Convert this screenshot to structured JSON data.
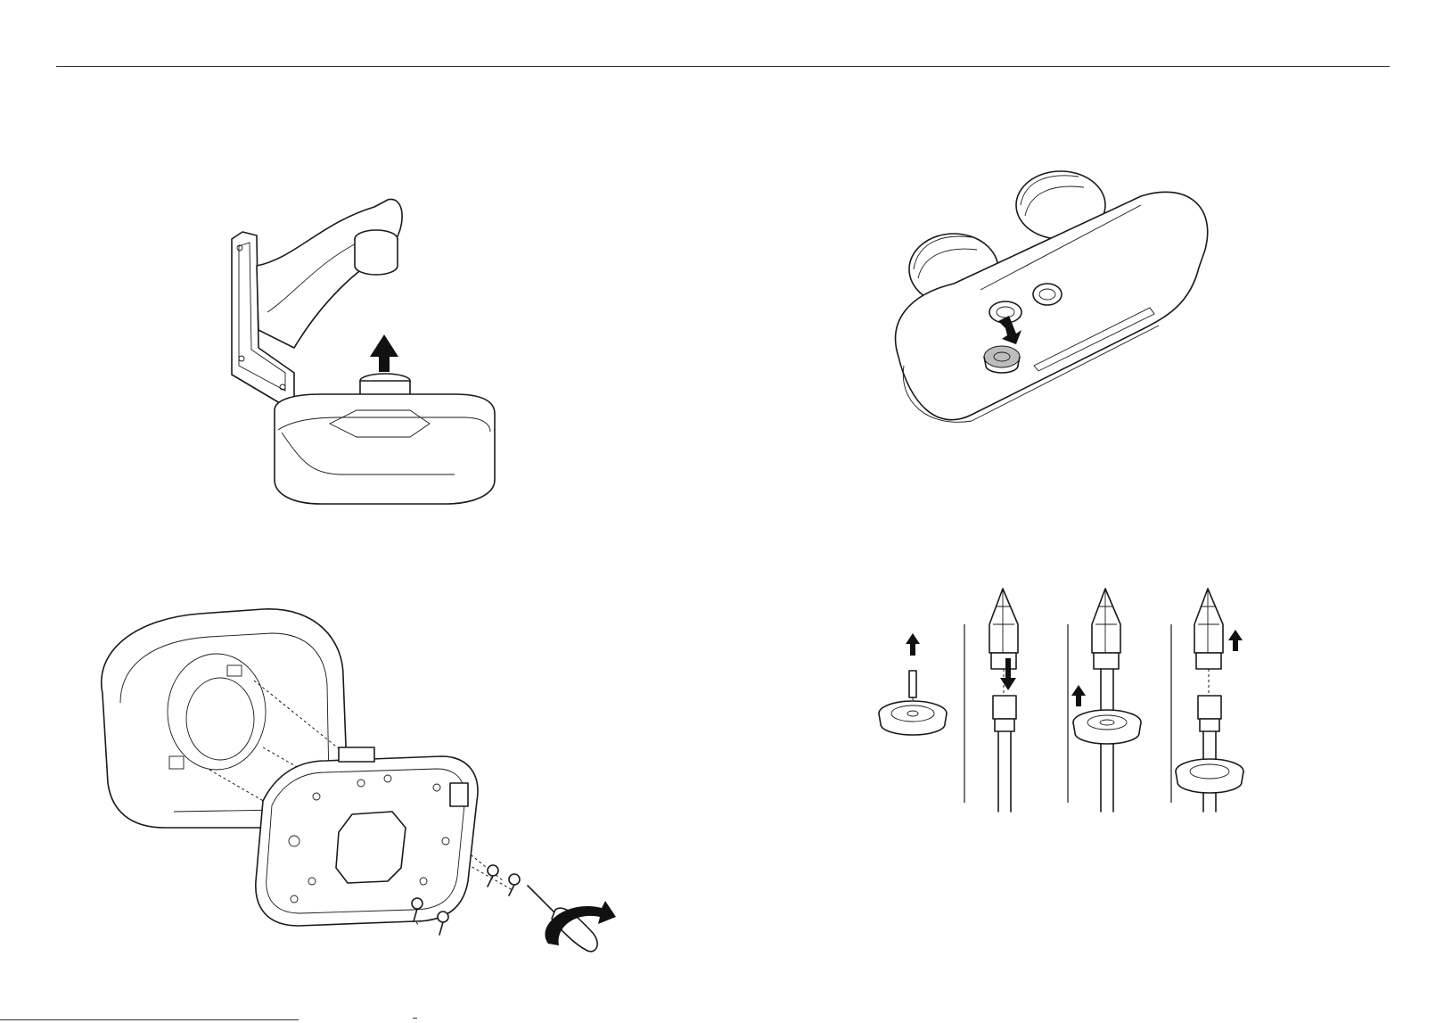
{
  "figures": [
    {
      "id": "fig-bracket-detach",
      "icon": "wall-mount-bracket-with-arrow-up"
    },
    {
      "id": "fig-mount-plate",
      "icon": "mount-plate-screws-screwdriver"
    },
    {
      "id": "fig-cable-cap",
      "icon": "dual-camera-housing-cap-removal"
    },
    {
      "id": "fig-cable-steps",
      "icon": "rj45-cable-grommet-steps"
    }
  ],
  "colors": {
    "line": "#1a1a1a",
    "arrow": "#111111",
    "background": "#ffffff"
  }
}
